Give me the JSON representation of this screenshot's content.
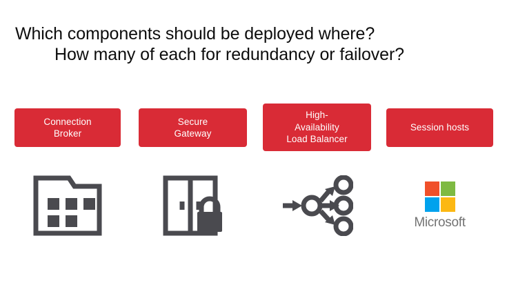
{
  "slide": {
    "background_color": "#ffffff",
    "title": {
      "line_1": "Which components should be deployed where?",
      "line_2": "How many of each for redundancy or failover?"
    },
    "accent_color": "#d92b36",
    "icon_color": "#4a4a4f"
  },
  "components": [
    {
      "label": "Connection\nBroker",
      "icon": "folder-with-tiles-icon"
    },
    {
      "label": "Secure\nGateway",
      "icon": "double-door-with-padlock-icon"
    },
    {
      "label": "High-\nAvailability\nLoad Balancer",
      "icon": "load-balancer-fanout-icon"
    },
    {
      "label": "Session hosts",
      "icon": "microsoft-logo-icon"
    }
  ],
  "microsoft_logo": {
    "wordmark": "Microsoft",
    "wordmark_color": "#737373",
    "tiles": [
      {
        "name": "top-left-red",
        "color": "#f0502a"
      },
      {
        "name": "top-right-green",
        "color": "#7eba42"
      },
      {
        "name": "bottom-left-blue",
        "color": "#00a2ed"
      },
      {
        "name": "bottom-right-yellow",
        "color": "#fcb813"
      }
    ]
  }
}
